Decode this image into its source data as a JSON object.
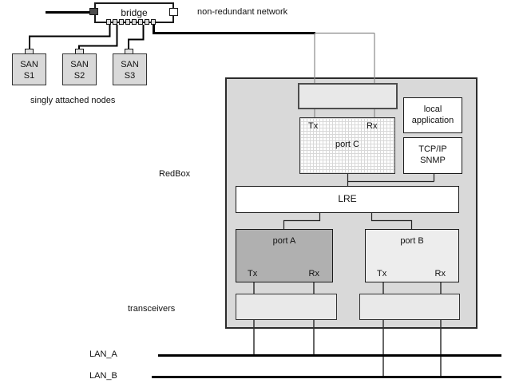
{
  "diagram": {
    "bridge": {
      "label": "bridge"
    },
    "non_redundant_network_label": "non-redundant network",
    "san_nodes": [
      {
        "line1": "SAN",
        "line2": "S1"
      },
      {
        "line1": "SAN",
        "line2": "S2"
      },
      {
        "line1": "SAN",
        "line2": "S3"
      }
    ],
    "singly_attached_label": "singly attached nodes",
    "redbox": {
      "label": "RedBox",
      "port_c": {
        "label": "port C",
        "tx": "Tx",
        "rx": "Rx"
      },
      "local_application": {
        "line1": "local",
        "line2": "application"
      },
      "tcpip_snmp": {
        "line1": "TCP/IP",
        "line2": "SNMP"
      },
      "lre": {
        "label": "LRE"
      },
      "port_a": {
        "label": "port A",
        "tx": "Tx",
        "rx": "Rx"
      },
      "port_b": {
        "label": "port B",
        "tx": "Tx",
        "rx": "Rx"
      }
    },
    "transceivers_label": "transceivers",
    "lan_a": {
      "label": "LAN_A"
    },
    "lan_b": {
      "label": "LAN_B"
    },
    "colors": {
      "redbox_fill": "#d9d9d9",
      "port_a_fill": "#b0b0b0",
      "port_b_fill": "#ededed",
      "transceiver_box_fill": "#e9e9e9",
      "gray_triangle": "#8a8a8a",
      "black_triangle": "#0d0d0d",
      "san_fill": "#d9d9d9",
      "line_color": "#000000"
    }
  }
}
